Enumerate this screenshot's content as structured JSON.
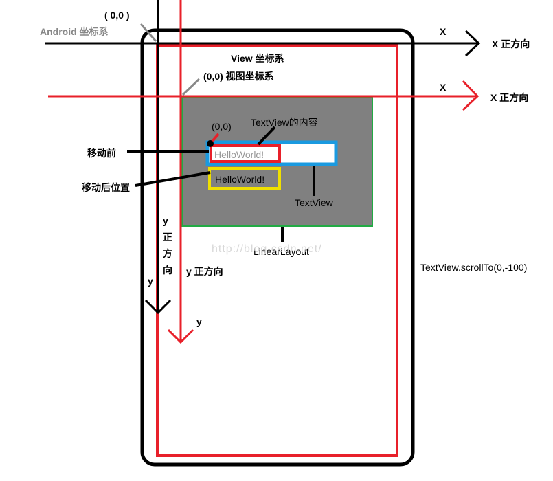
{
  "colors": {
    "black": "#000000",
    "red": "#e8202a",
    "gray_panel": "#808080",
    "green": "#22aa44",
    "blue": "#1a9ae0",
    "yellow": "#f0e000",
    "gray_text": "#888888"
  },
  "labels": {
    "android_origin": "( 0,0 )",
    "android_system": "Android 坐标系",
    "x_black": "X",
    "x_black_positive": "X 正方向",
    "view_system": "View 坐标系",
    "view_origin": "(0,0) 视图坐标系",
    "x_red": "X",
    "x_red_positive": "X 正方向",
    "textview_content": "TextView的内容",
    "inner_origin": "(0,0)",
    "before_move": "移动前",
    "after_move": "移动后位置",
    "hello_before": "HelloWorld!",
    "hello_after": "HelloWorld!",
    "textview": "TextView",
    "linearlayout": "LinearLayout",
    "watermark": "http://blog.csdn.net/",
    "y_vertical": [
      "y",
      "正",
      "方",
      "向"
    ],
    "y_black": "y",
    "y_positive_red": "y 正方向",
    "y_red": "y",
    "scroll_call": "TextView.scrollTo(0,-100)"
  }
}
